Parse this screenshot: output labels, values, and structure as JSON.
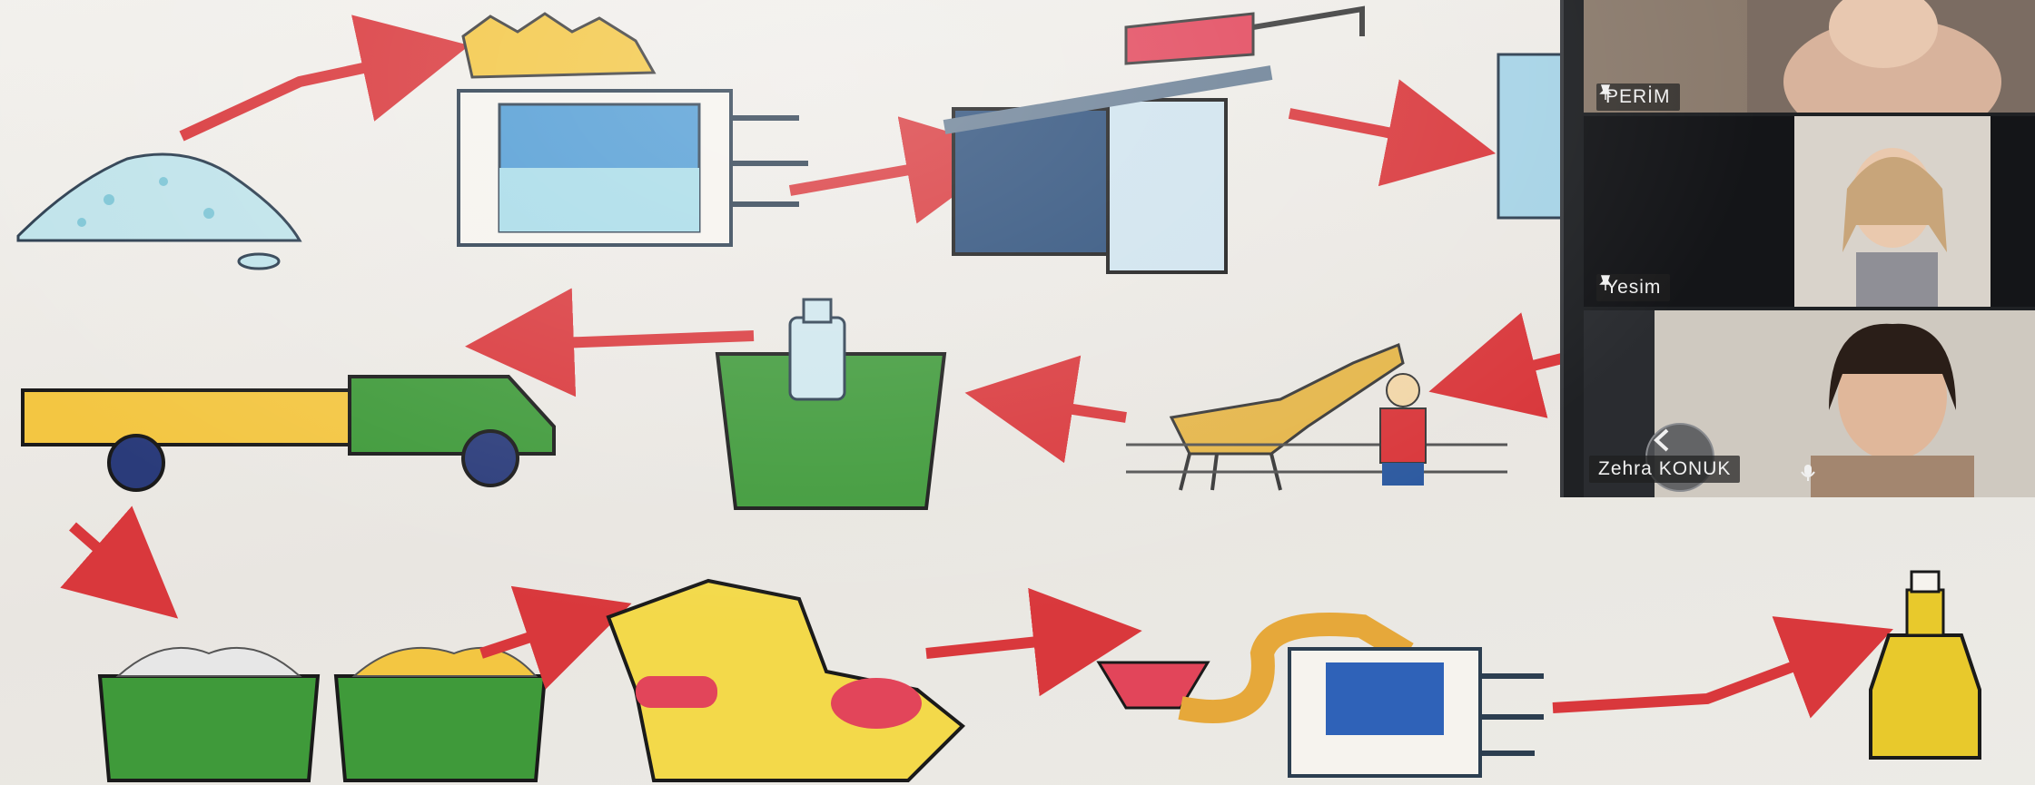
{
  "participants": [
    {
      "name": "PERİM",
      "pinned": true
    },
    {
      "name": "Yesim",
      "pinned": true
    },
    {
      "name": "Zehra KONUK",
      "pinned": false
    }
  ],
  "controls": {
    "back_icon": "chevron-left-icon"
  },
  "colors": {
    "arrow": "#d9383c",
    "panel_bg": "#1f2124"
  }
}
